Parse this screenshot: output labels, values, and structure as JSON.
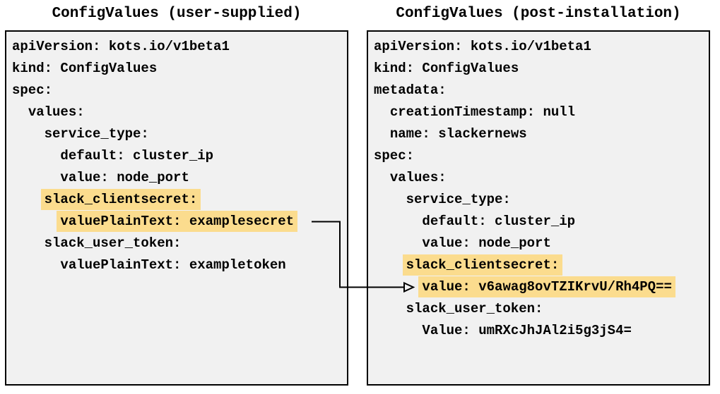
{
  "colors": {
    "highlight": "#fbdc8e",
    "panel_bg": "#f1f1f1",
    "border": "#000000",
    "text": "#000000"
  },
  "panels": [
    {
      "id": "user-supplied",
      "title": "ConfigValues (user-supplied)",
      "lines": [
        {
          "indent": 0,
          "text": "apiVersion: kots.io/v1beta1",
          "highlight": false
        },
        {
          "indent": 0,
          "text": "kind: ConfigValues",
          "highlight": false
        },
        {
          "indent": 0,
          "text": "spec:",
          "highlight": false
        },
        {
          "indent": 1,
          "text": "values:",
          "highlight": false
        },
        {
          "indent": 2,
          "text": "service_type:",
          "highlight": false
        },
        {
          "indent": 3,
          "text": "default: cluster_ip",
          "highlight": false
        },
        {
          "indent": 3,
          "text": "value: node_port",
          "highlight": false
        },
        {
          "indent": 2,
          "text": "slack_clientsecret:",
          "highlight": true
        },
        {
          "indent": 3,
          "text": "valuePlainText: examplesecret",
          "highlight": true
        },
        {
          "indent": 2,
          "text": "slack_user_token:",
          "highlight": false
        },
        {
          "indent": 3,
          "text": "valuePlainText: exampletoken",
          "highlight": false
        }
      ]
    },
    {
      "id": "post-installation",
      "title": "ConfigValues (post-installation)",
      "lines": [
        {
          "indent": 0,
          "text": "apiVersion: kots.io/v1beta1",
          "highlight": false
        },
        {
          "indent": 0,
          "text": "kind: ConfigValues",
          "highlight": false
        },
        {
          "indent": 0,
          "text": "metadata:",
          "highlight": false
        },
        {
          "indent": 1,
          "text": "creationTimestamp: null",
          "highlight": false
        },
        {
          "indent": 1,
          "text": "name: slackernews",
          "highlight": false
        },
        {
          "indent": 0,
          "text": "spec:",
          "highlight": false
        },
        {
          "indent": 1,
          "text": "values:",
          "highlight": false
        },
        {
          "indent": 2,
          "text": "service_type:",
          "highlight": false
        },
        {
          "indent": 3,
          "text": "default: cluster_ip",
          "highlight": false
        },
        {
          "indent": 3,
          "text": "value: node_port",
          "highlight": false
        },
        {
          "indent": 2,
          "text": "slack_clientsecret:",
          "highlight": true
        },
        {
          "indent": 3,
          "text": "value: v6awag8ovTZIKrvU/Rh4PQ==",
          "highlight": true
        },
        {
          "indent": 2,
          "text": "slack_user_token:",
          "highlight": false
        },
        {
          "indent": 3,
          "text": "Value: umRXcJhJAl2i5g3jS4=",
          "highlight": false
        }
      ]
    }
  ],
  "arrow": {
    "from_text": "valuePlainText: examplesecret",
    "to_text": "value: v6awag8ovTZIKrvU/Rh4PQ=="
  }
}
